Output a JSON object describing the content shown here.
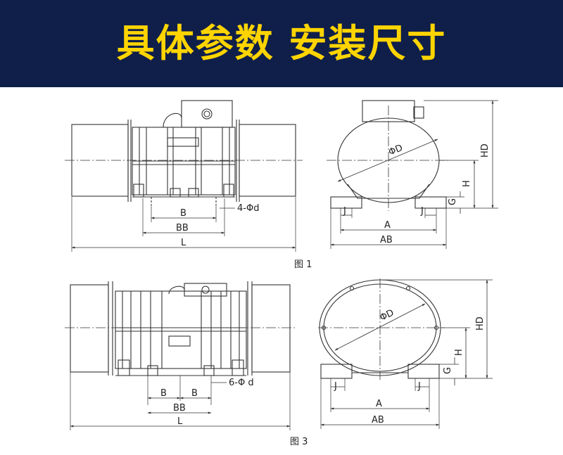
{
  "header": {
    "title": "具体参数 安装尺寸",
    "bg_color": "#0f1f4a",
    "title_color": "#ffd400"
  },
  "figure1": {
    "caption": "图 1",
    "labels": {
      "B": "B",
      "BB": "BB",
      "L": "L",
      "holes": "4-Φd",
      "D": "ΦD",
      "HD": "HD",
      "H": "H",
      "G": "G",
      "J_left": "J",
      "J_right": "J",
      "A": "A",
      "AB": "AB"
    }
  },
  "figure3": {
    "caption": "图 3",
    "labels": {
      "B_left": "B",
      "B_right": "B",
      "BB": "BB",
      "L": "L",
      "holes": "6-Φ d",
      "D": "ΦD",
      "HD": "HD",
      "H": "H",
      "G": "G",
      "J_left": "J",
      "J_right": "J",
      "A": "A",
      "AB": "AB"
    }
  }
}
